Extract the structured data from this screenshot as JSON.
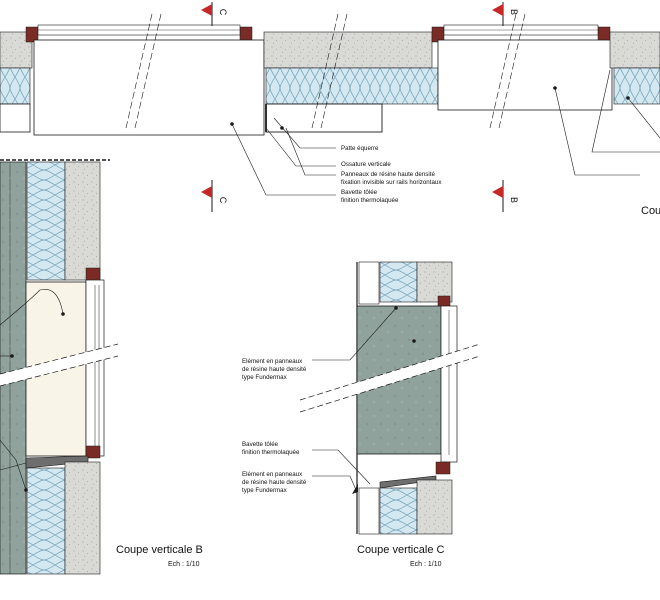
{
  "plan_annotations": {
    "patte": "Patte équerre",
    "ossature": "Ossature verticale",
    "panneaux_line1": "Panneaux de résine haute densité",
    "panneaux_line2": "fixation invisible sur rails horizontaux",
    "bavette_line1": "Bavette tôlée",
    "bavette_line2": "finition thermolaquée",
    "cut_off_label": "Coup"
  },
  "section_marks": {
    "c": "C",
    "b": "B"
  },
  "coupe_b": {
    "title": "Coupe verticale B",
    "scale": "Ech : 1/10"
  },
  "coupe_c": {
    "title": "Coupe verticale C",
    "scale": "Ech : 1/10",
    "element1_line1": "Elément en panneaux",
    "element1_line2": "de résine haute densité",
    "element1_line3": "type Fundermax",
    "bavette_line1": "Bavette tôlée",
    "bavette_line2": "finition thermolaquée",
    "element2_line1": "Elément en panneaux",
    "element2_line2": "de résine haute densité",
    "element2_line3": "type Fundermax"
  },
  "colors": {
    "concrete": "#d9d9d6",
    "insulation": "#cfe4ee",
    "insulation_stroke": "#6f9fb6",
    "panel": "#8fa29c",
    "frame": "#7a2b26",
    "reveal": "#f8f5e8",
    "line": "#1a1a1a",
    "section_flag": "#c62828"
  }
}
